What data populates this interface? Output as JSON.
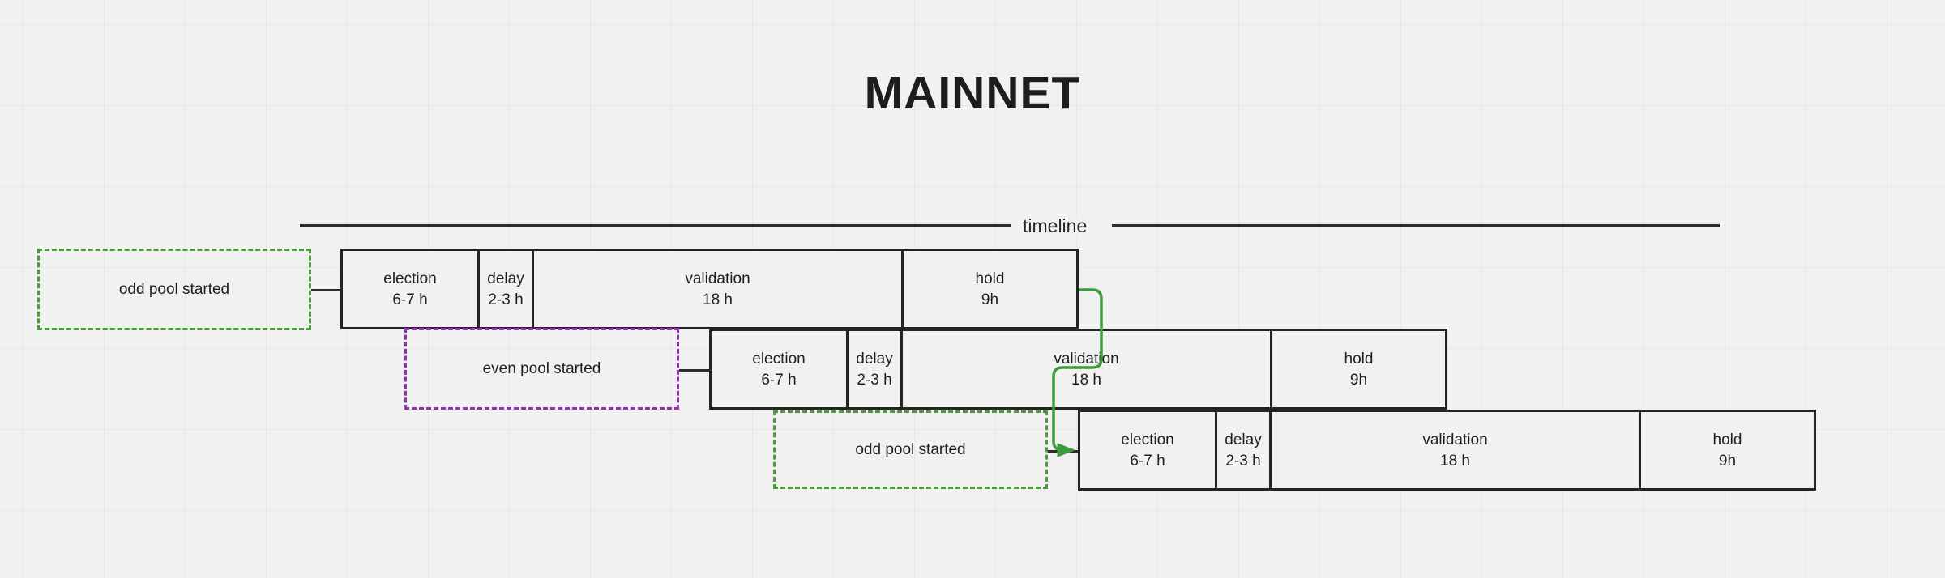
{
  "page": {
    "title": "MAINNET",
    "background": "#f1f1f1",
    "grid_color": "#e7e7e7"
  },
  "axis": {
    "label": "timeline",
    "line_color": "#2b2b2b"
  },
  "colors": {
    "box_border": "#242424",
    "text": "#1f1f1f",
    "green_dashed": "#4a9b3b",
    "purple_dashed": "#9030b8",
    "flow_arrow": "#3d9a3d"
  },
  "rows": [
    {
      "id": "row-1",
      "phases": [
        {
          "name": "election",
          "duration": "6-7 h"
        },
        {
          "name": "delay",
          "duration": "2-3 h"
        },
        {
          "name": "validation",
          "duration": "18 h"
        },
        {
          "name": "hold",
          "duration": "9h"
        }
      ]
    },
    {
      "id": "row-2",
      "phases": [
        {
          "name": "election",
          "duration": "6-7 h"
        },
        {
          "name": "delay",
          "duration": "2-3 h"
        },
        {
          "name": "validation",
          "duration": "18 h"
        },
        {
          "name": "hold",
          "duration": "9h"
        }
      ]
    },
    {
      "id": "row-3",
      "phases": [
        {
          "name": "election",
          "duration": "6-7 h"
        },
        {
          "name": "delay",
          "duration": "2-3 h"
        },
        {
          "name": "validation",
          "duration": "18 h"
        },
        {
          "name": "hold",
          "duration": "9h"
        }
      ]
    }
  ],
  "notes": [
    {
      "id": "note-1",
      "label": "odd pool started",
      "color": "green"
    },
    {
      "id": "note-2",
      "label": "even pool started",
      "color": "purple"
    },
    {
      "id": "note-3",
      "label": "odd pool started",
      "color": "green"
    }
  ]
}
